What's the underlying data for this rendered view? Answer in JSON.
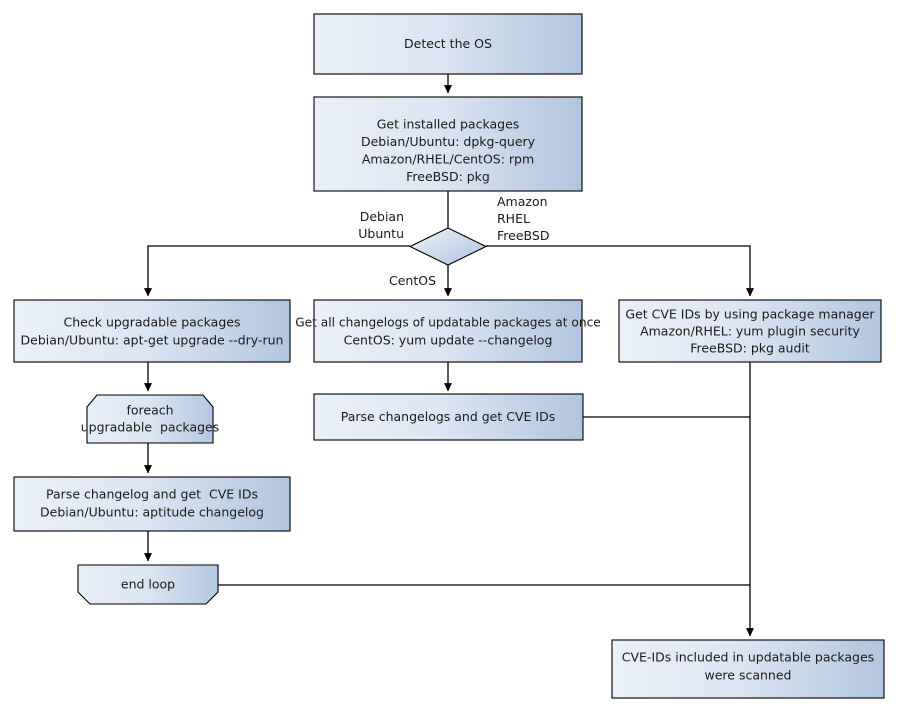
{
  "diagram": {
    "title": "Vulnerability scanning flow by OS",
    "colors": {
      "fill_light": "#e9eff8",
      "fill_dark": "#b3c6e0",
      "stroke": "#000000",
      "text": "#1a1a1a",
      "background": "#ffffff"
    },
    "nodes": [
      {
        "id": "detect-os",
        "shape": "rect",
        "lines": [
          "Detect the OS"
        ]
      },
      {
        "id": "get-installed-packages",
        "shape": "rect",
        "lines": [
          "Get installed packages",
          "Debian/Ubuntu: dpkg-query",
          "Amazon/RHEL/CentOS: rpm",
          "FreeBSD: pkg"
        ]
      },
      {
        "id": "os-decision",
        "shape": "diamond",
        "lines": []
      },
      {
        "id": "check-upgradable-packages",
        "shape": "rect",
        "lines": [
          "Check upgradable packages",
          "Debian/Ubuntu: apt-get upgrade --dry-run"
        ]
      },
      {
        "id": "get-all-changelogs",
        "shape": "rect",
        "lines": [
          "Get all changelogs of updatable packages at once",
          "CentOS: yum update --changelog"
        ]
      },
      {
        "id": "get-cve-ids-package-manager",
        "shape": "rect",
        "lines": [
          "Get CVE IDs by using package manager",
          "Amazon/RHEL: yum plugin security",
          "FreeBSD: pkg audit"
        ]
      },
      {
        "id": "foreach-loop-start",
        "shape": "loop-start",
        "lines": [
          "foreach",
          "upgradable  packages"
        ]
      },
      {
        "id": "parse-changelogs-cve-ids",
        "shape": "rect",
        "lines": [
          "Parse changelogs and get CVE IDs"
        ]
      },
      {
        "id": "parse-changelog-cve-ids",
        "shape": "rect",
        "lines": [
          "Parse changelog and get  CVE IDs",
          "Debian/Ubuntu: aptitude changelog"
        ]
      },
      {
        "id": "end-loop",
        "shape": "loop-end",
        "lines": [
          "end loop"
        ]
      },
      {
        "id": "cve-ids-scanned",
        "shape": "rect",
        "lines": [
          "CVE-IDs included in updatable packages",
          "were scanned"
        ]
      }
    ],
    "edge_labels": [
      {
        "id": "branch-debian-ubuntu",
        "lines": [
          "Debian",
          "Ubuntu"
        ]
      },
      {
        "id": "branch-amazon-rhel-freebsd",
        "lines": [
          "Amazon",
          "RHEL",
          "FreeBSD"
        ]
      },
      {
        "id": "branch-centos",
        "lines": [
          "CentOS"
        ]
      }
    ]
  }
}
